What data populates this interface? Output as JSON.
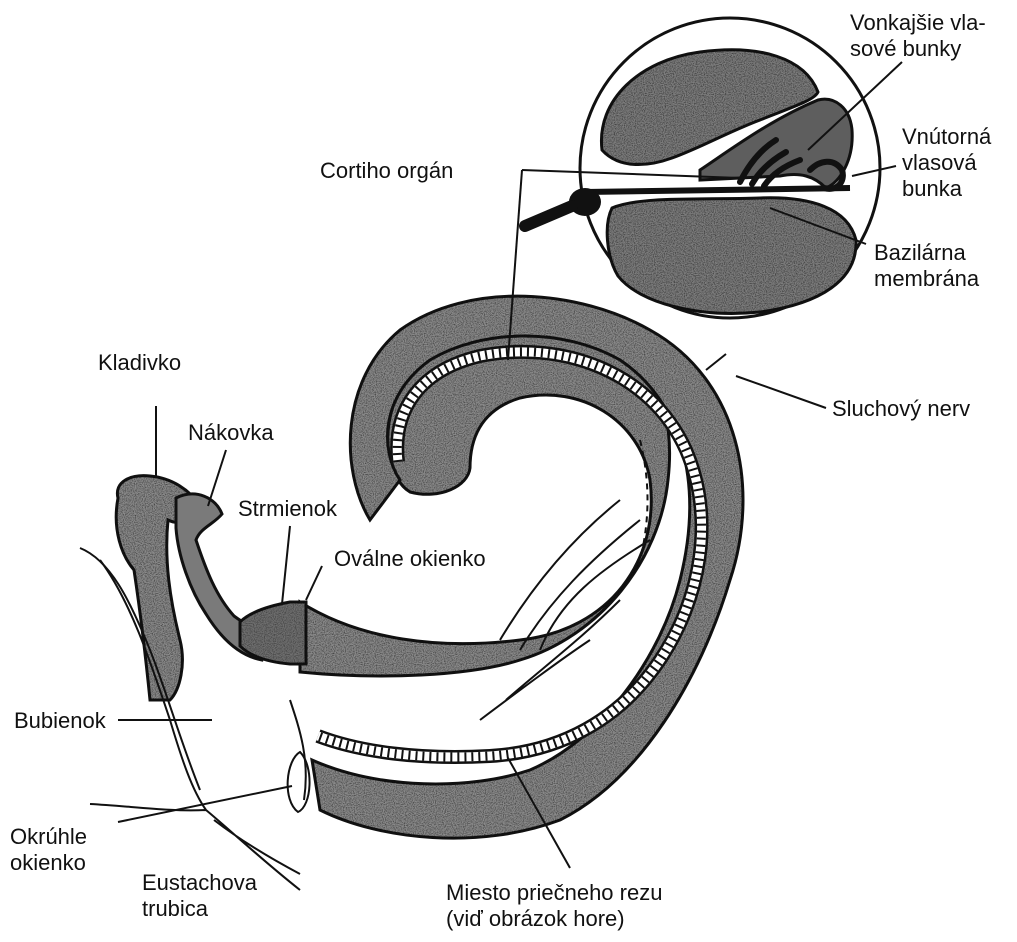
{
  "labels": {
    "outer_hair_cells": [
      "Vonkajšie vla-",
      "sové bunky"
    ],
    "inner_hair_cell": [
      "Vnútorná",
      "vlasová",
      "bunka"
    ],
    "corti_organ": "Cortiho orgán",
    "basilar_membrane": [
      "Bazilárna",
      "membrána"
    ],
    "auditory_nerve": "Sluchový nerv",
    "malleus": "Kladivko",
    "incus": "Nákovka",
    "stapes": "Strmienok",
    "oval_window": "Oválne okienko",
    "eardrum": "Bubienok",
    "round_window": [
      "Okrúhle",
      "okienko"
    ],
    "eustachian_tube": [
      "Eustachova",
      "trubica"
    ],
    "section_site": [
      "Miesto priečneho rezu",
      "(viď obrázok hore)"
    ]
  },
  "colors": {
    "ink": "#111111",
    "tissue_fill": "#8a8a8a",
    "tissue_light": "#c9c9c9",
    "background": "#ffffff"
  }
}
